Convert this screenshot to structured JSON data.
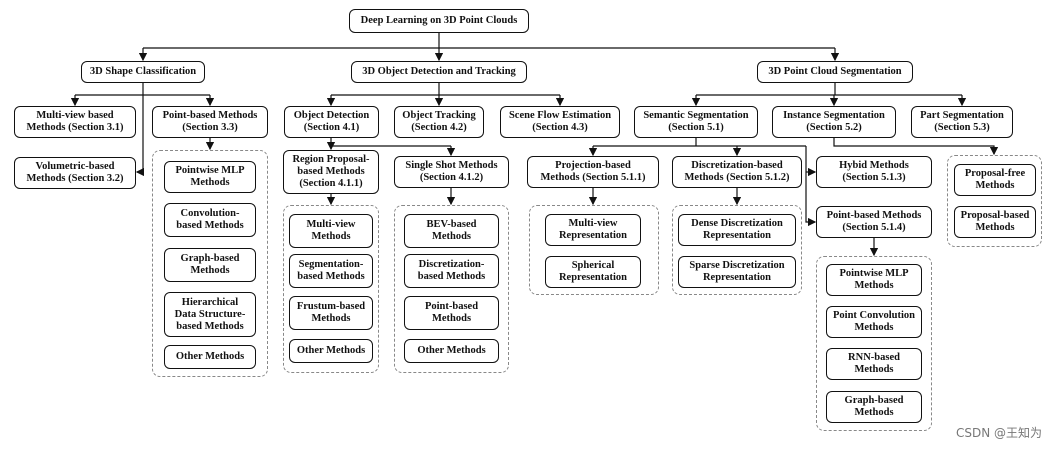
{
  "root": "Deep Learning on 3D Point Clouds",
  "categories": {
    "classification": "3D Shape Classification",
    "detection": "3D Object Detection and Tracking",
    "segmentation": "3D Point Cloud Segmentation"
  },
  "classification": {
    "multiview": "Multi-view based\nMethods (Section 3.1)",
    "volumetric": "Volumetric-based\nMethods (Section 3.2)",
    "pointbased": "Point-based Methods\n(Section 3.3)",
    "pointbased_items": [
      "Pointwise MLP\nMethods",
      "Convolution-\nbased Methods",
      "Graph-based\nMethods",
      "Hierarchical\nData Structure-\nbased Methods",
      "Other Methods"
    ]
  },
  "detection": {
    "object_detection": "Object Detection\n(Section 4.1)",
    "object_tracking": "Object Tracking\n(Section 4.2)",
    "scene_flow": "Scene Flow Estimation\n(Section 4.3)",
    "region_proposal": "Region Proposal-\nbased Methods\n(Section 4.1.1)",
    "single_shot": "Single Shot Methods\n(Section 4.1.2)",
    "region_items": [
      "Multi-view\nMethods",
      "Segmentation-\nbased Methods",
      "Frustum-based\nMethods",
      "Other Methods"
    ],
    "single_items": [
      "BEV-based\nMethods",
      "Discretization-\nbased Methods",
      "Point-based\nMethods",
      "Other Methods"
    ]
  },
  "segmentation": {
    "semantic": "Semantic Segmentation\n(Section 5.1)",
    "instance": "Instance Segmentation\n(Section 5.2)",
    "part": "Part Segmentation\n(Section 5.3)",
    "projection": "Projection-based\nMethods (Section 5.1.1)",
    "discretization": "Discretization-based\nMethods (Section 5.1.2)",
    "hybrid": "Hybid Methods\n(Section 5.1.3)",
    "pointbased": "Point-based Methods\n(Section 5.1.4)",
    "projection_items": [
      "Multi-view\nRepresentation",
      "Spherical\nRepresentation"
    ],
    "discretization_items": [
      "Dense Discretization\nRepresentation",
      "Sparse Discretization\nRepresentation"
    ],
    "point_items": [
      "Pointwise MLP\nMethods",
      "Point Convolution\nMethods",
      "RNN-based\nMethods",
      "Graph-based\nMethods"
    ],
    "instance_items": [
      "Proposal-free\nMethods",
      "Proposal-based\nMethods"
    ]
  },
  "watermark": "CSDN @王知为"
}
